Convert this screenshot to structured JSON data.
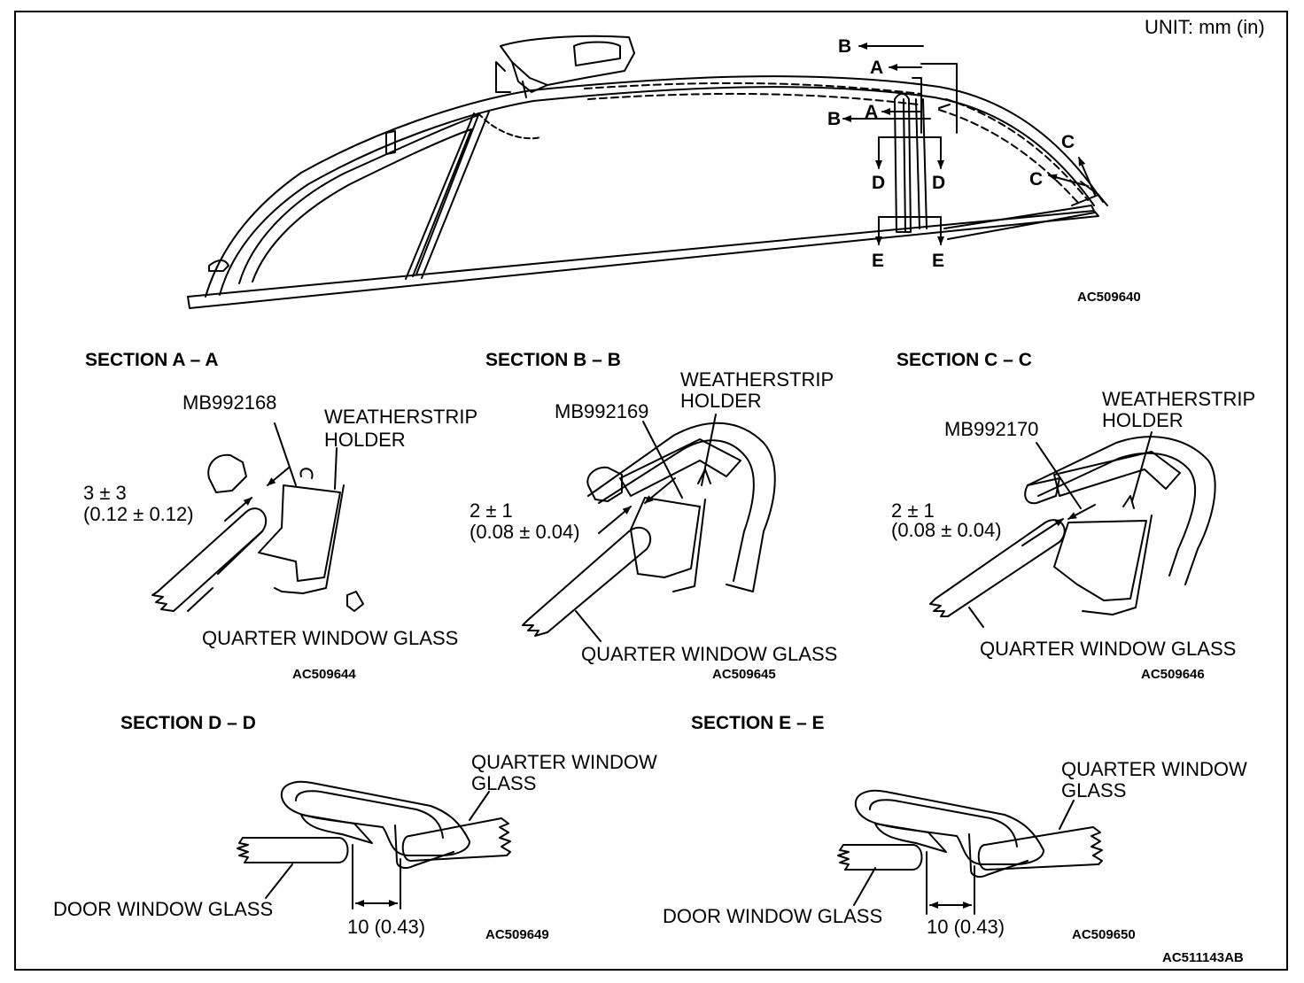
{
  "unit": "UNIT: mm (in)",
  "refs": {
    "main": "AC509640",
    "a": "AC509644",
    "b": "AC509645",
    "c": "AC509646",
    "d": "AC509649",
    "e": "AC509650",
    "sheet": "AC511143AB"
  },
  "markers": {
    "a": "A",
    "b": "B",
    "c": "C",
    "d": "D",
    "e": "E"
  },
  "sections": {
    "a": {
      "title": "SECTION A – A",
      "tool": "MB992168",
      "holder_1": "WEATHERSTRIP",
      "holder_2": "HOLDER",
      "dim_1": "3 ± 3",
      "dim_2": "(0.12 ± 0.12)",
      "glass": "QUARTER WINDOW GLASS"
    },
    "b": {
      "title": "SECTION B – B",
      "tool": "MB992169",
      "holder_1": "WEATHERSTRIP",
      "holder_2": "HOLDER",
      "dim_1": "2 ± 1",
      "dim_2": "(0.08 ± 0.04)",
      "glass": "QUARTER WINDOW GLASS"
    },
    "c": {
      "title": "SECTION C – C",
      "tool": "MB992170",
      "holder_1": "WEATHERSTRIP",
      "holder_2": "HOLDER",
      "dim_1": "2 ± 1",
      "dim_2": "(0.08 ± 0.04)",
      "glass": "QUARTER WINDOW GLASS"
    },
    "d": {
      "title": "SECTION D – D",
      "quarter_1": "QUARTER WINDOW",
      "quarter_2": "GLASS",
      "door": "DOOR WINDOW GLASS",
      "dim": "10 (0.43)"
    },
    "e": {
      "title": "SECTION E – E",
      "quarter_1": "QUARTER WINDOW",
      "quarter_2": "GLASS",
      "door": "DOOR WINDOW GLASS",
      "dim": "10 (0.43)"
    }
  }
}
